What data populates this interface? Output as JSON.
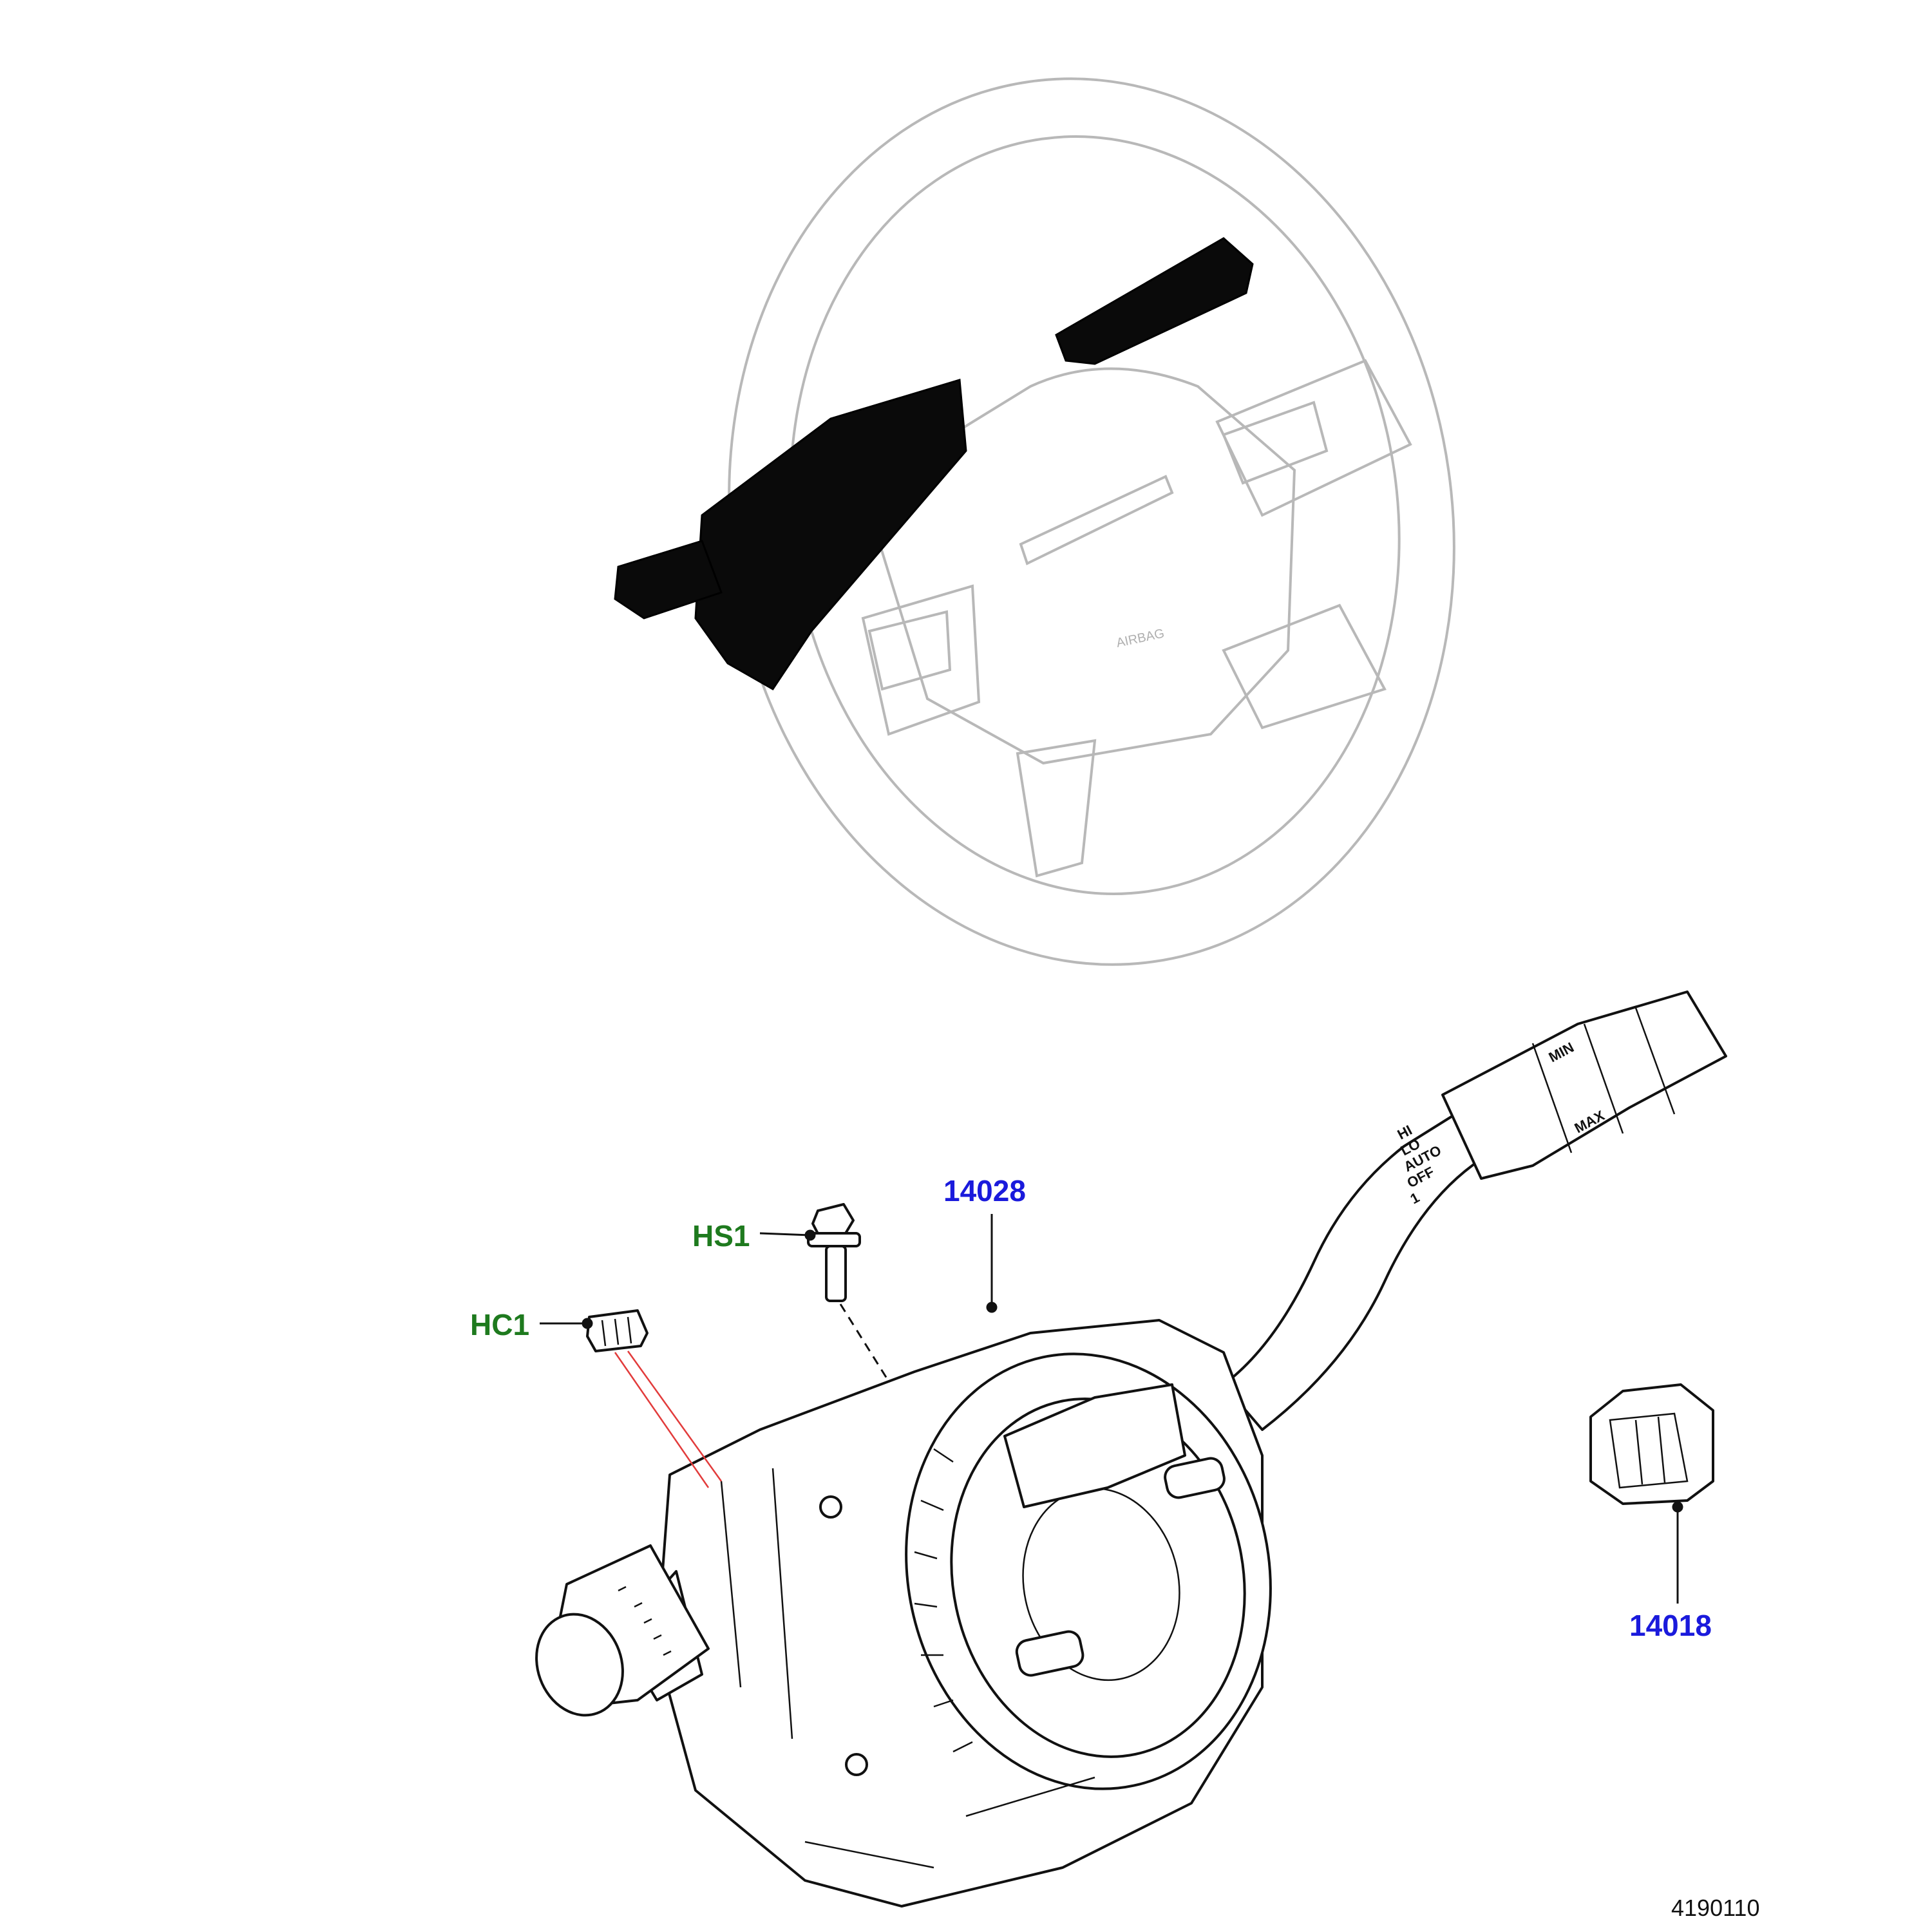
{
  "colors": {
    "part_number": "#1a1adc",
    "hardware_code": "#1e7a1e",
    "leader": "#111111",
    "accent_leader": "#e23b3b",
    "ghost_outline": "#b8b8b8"
  },
  "callouts": {
    "p14028": "14028",
    "p14018": "14018",
    "hs1": "HS1",
    "hc1": "HC1"
  },
  "lever_markings": {
    "wiper_speed": [
      "HI",
      "LO",
      "AUTO",
      "OFF",
      "1"
    ],
    "wash_min": "MIN",
    "wash_max": "MAX"
  },
  "airbag_label": "AIRBAG",
  "illustration_number": "4190110"
}
